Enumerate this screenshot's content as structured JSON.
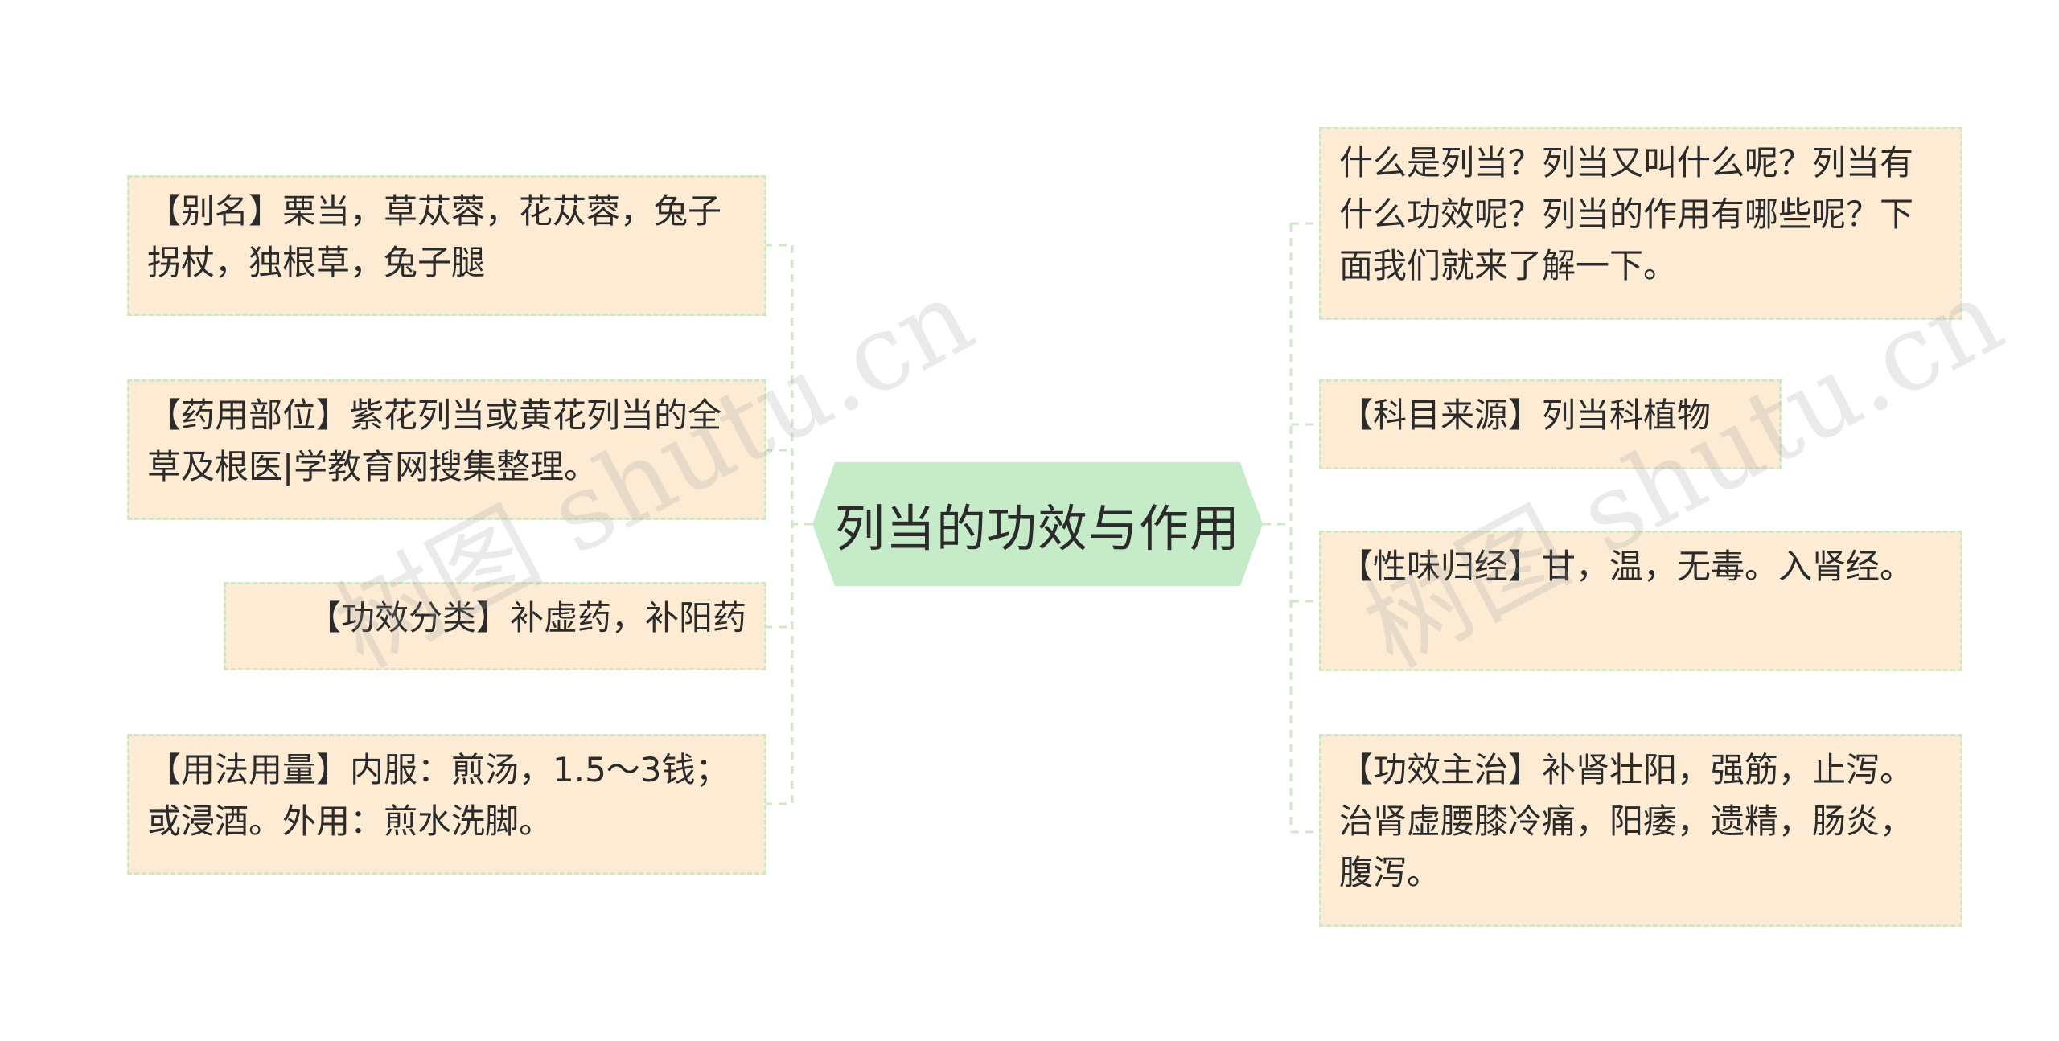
{
  "title": "列当的功效与作用",
  "watermark": "树图 shutu.cn",
  "left_nodes": [
    {
      "text": "【别名】栗当，草苁蓉，花苁蓉，兔子拐杖，独根草，兔子腿"
    },
    {
      "text": "【药用部位】紫花列当或黄花列当的全草及根医|学教育网搜集整理。"
    },
    {
      "text": "【功效分类】补虚药，补阳药"
    },
    {
      "text": "【用法用量】内服：煎汤，1.5～3钱；或浸酒。外用：煎水洗脚。"
    }
  ],
  "right_nodes": [
    {
      "text": "什么是列当？列当又叫什么呢？列当有什么功效呢？列当的作用有哪些呢？下面我们就来了解一下。"
    },
    {
      "text": "【科目来源】列当科植物"
    },
    {
      "text": "【性味归经】甘，温，无毒。入肾经。"
    },
    {
      "text": "【功效主治】补肾壮阳，强筋，止泻。治肾虚腰膝冷痛，阳痿，遗精，肠炎，腹泻。"
    }
  ],
  "colors": {
    "center_fill": "#c6ebc9",
    "node_fill": "#fdebd4",
    "node_border": "#cfe8c8",
    "connector": "#cfe8c8"
  }
}
